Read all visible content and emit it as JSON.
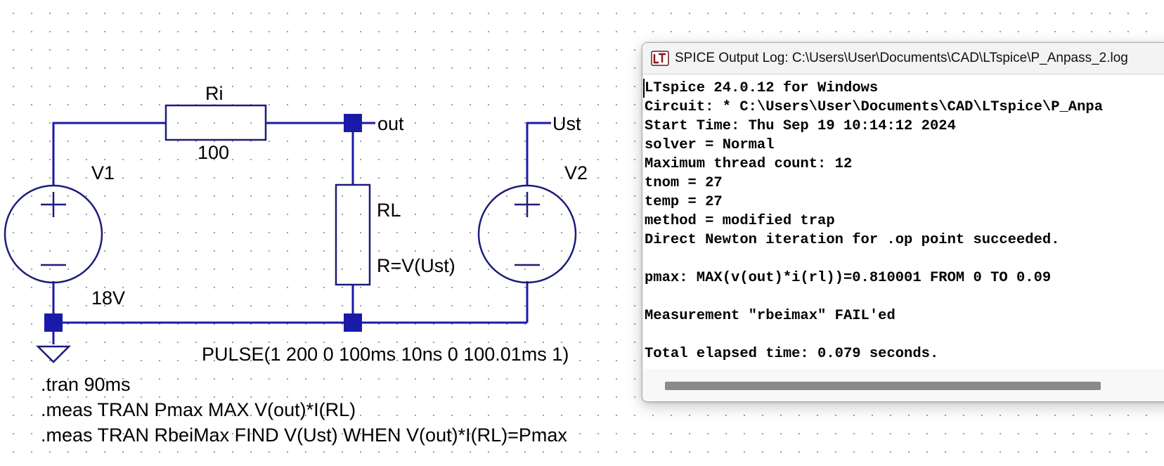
{
  "colors": {
    "wire": "#1a1aa8",
    "component": "#1c1c7a",
    "text": "#000000",
    "window_bg": "#ffffff",
    "titlebar_bg": "#f3f3f3",
    "scroll_thumb": "#8a8a8a"
  },
  "schematic": {
    "ri": {
      "name": "Ri",
      "value": "100"
    },
    "rl": {
      "name": "RL",
      "value": "R=V(Ust)"
    },
    "v1": {
      "name": "V1",
      "value": "18V"
    },
    "v2": {
      "name": "V2",
      "value": "PULSE(1 200 0 100ms 10ns 0 100.01ms 1)"
    },
    "net_out": "out",
    "net_ust": "Ust",
    "directives": [
      ".tran 90ms",
      ".meas TRAN Pmax MAX V(out)*I(RL)",
      ".meas TRAN RbeiMax FIND V(Ust) WHEN V(out)*I(RL)=Pmax"
    ]
  },
  "log_window": {
    "icon": "ltspice-app-icon",
    "title": "SPICE Output Log: C:\\Users\\User\\Documents\\CAD\\LTspice\\P_Anpass_2.log",
    "lines": [
      "LTspice 24.0.12 for Windows",
      "Circuit: * C:\\Users\\User\\Documents\\CAD\\LTspice\\P_Anpa",
      "Start Time: Thu Sep 19 10:14:12 2024",
      "solver = Normal",
      "Maximum thread count: 12",
      "tnom = 27",
      "temp = 27",
      "method = modified trap",
      "Direct Newton iteration for .op point succeeded.",
      "",
      "pmax: MAX(v(out)*i(rl))=0.810001 FROM 0 TO 0.09",
      "",
      "Measurement \"rbeimax\" FAIL'ed",
      "",
      "Total elapsed time: 0.079 seconds."
    ]
  }
}
